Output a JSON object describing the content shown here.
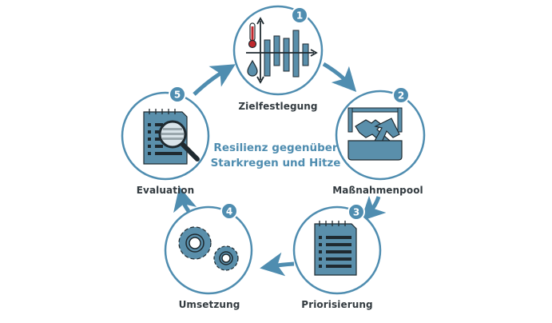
{
  "colors": {
    "accent": "#4f8db0",
    "icon_fill": "#5a8fab",
    "outline": "#1f2a30",
    "text_dark": "#333b40",
    "thermometer_red": "#c0282d",
    "background": "#ffffff"
  },
  "center": {
    "line1": "Resilienz gegenüber",
    "line2": "Starkregen und Hitze"
  },
  "steps": [
    {
      "number": "1",
      "label": "Zielfestlegung",
      "icon": "chart-thermometer-drop-icon"
    },
    {
      "number": "2",
      "label": "Maßnahmenpool",
      "icon": "toolbox-icon"
    },
    {
      "number": "3",
      "label": "Priorisierung",
      "icon": "checklist-notepad-icon"
    },
    {
      "number": "4",
      "label": "Umsetzung",
      "icon": "gears-icon"
    },
    {
      "number": "5",
      "label": "Evaluation",
      "icon": "notepad-magnifier-icon"
    }
  ]
}
